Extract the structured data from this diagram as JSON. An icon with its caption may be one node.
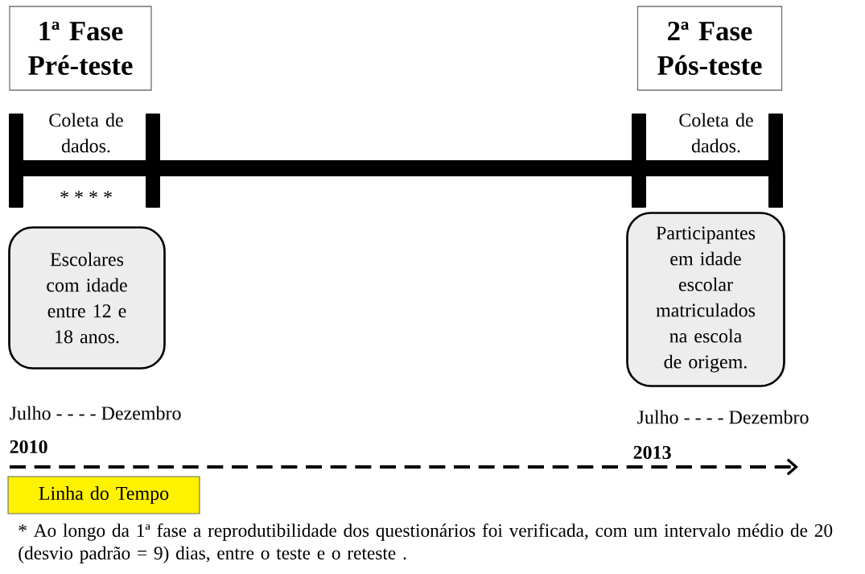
{
  "diagram": {
    "caption": "* Ao longo da 1ª fase a reprodutibilidade dos questionários foi verificada, com um intervalo médio de 20 (desvio padrão = 9) dias, entre o teste e o reteste .",
    "nodes": [
      {
        "text": [
          "1ª Fase",
          "Pré-teste"
        ]
      },
      {
        "text": [
          "2ª Fase",
          "Pós-teste"
        ]
      },
      {
        "text": [
          "Escolares com idade entre 12 e 18 anos."
        ]
      },
      {
        "text": [
          "Participantes em idade escolar matriculados na escola de origem."
        ]
      },
      {
        "text": [
          "Linha do Tempo"
        ]
      }
    ],
    "labels": [
      "Coleta de dados.",
      "* * * *",
      "Coleta de dados.",
      "Julho - - - - Dezembro",
      "2010",
      "Julho - - - - Dezembro",
      "2013"
    ]
  }
}
